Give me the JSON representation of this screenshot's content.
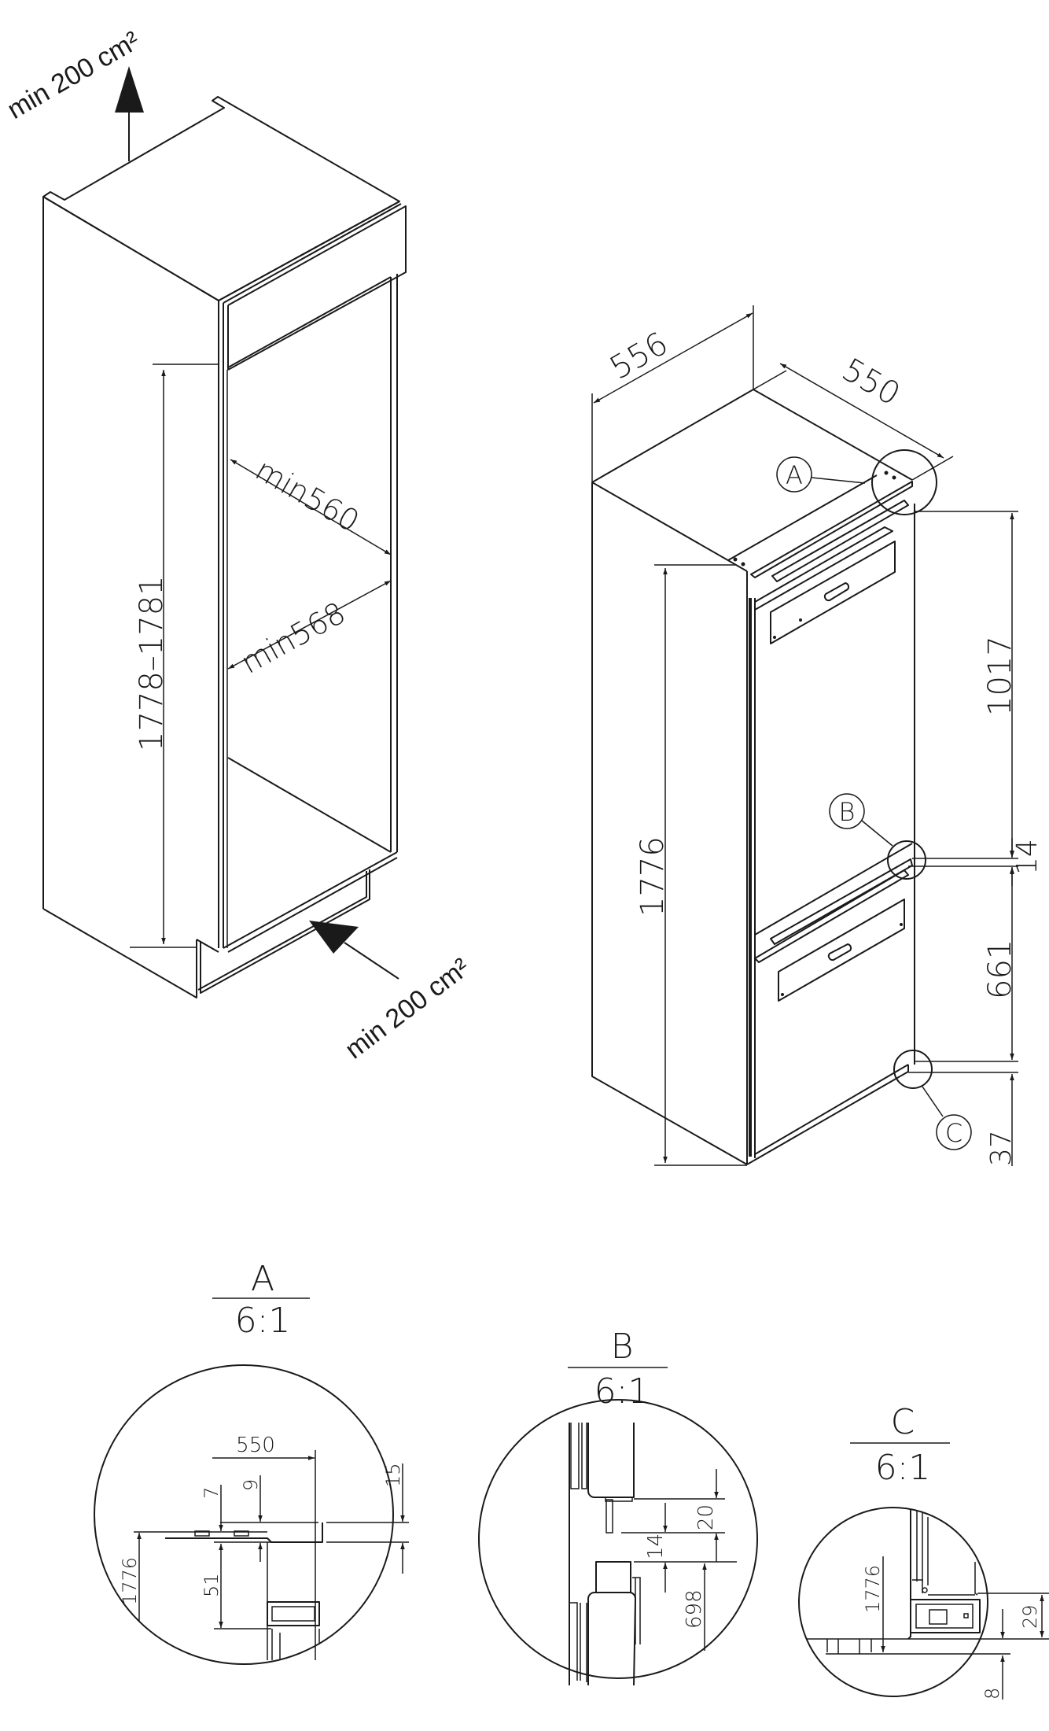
{
  "title": "Built-in fridge-freezer installation dimensions",
  "units": "mm",
  "niche_view": {
    "ventilation_top": "min 200 cm²",
    "ventilation_bottom": "min 200 cm²",
    "niche_height": "1778–1781",
    "niche_depth": "min560",
    "niche_width": "min568"
  },
  "appliance_view": {
    "depth": "556",
    "width": "550",
    "height": "1776",
    "upper_door": "1017",
    "door_gap": "14",
    "lower_door": "661",
    "plinth": "37",
    "callouts": [
      "A",
      "B",
      "C"
    ]
  },
  "details": [
    {
      "id": "A",
      "scale": "6:1",
      "dimensions": {
        "width": "550",
        "d7": "7",
        "d9": "9",
        "d15": "15",
        "d51": "51",
        "height": "1776"
      }
    },
    {
      "id": "B",
      "scale": "6:1",
      "dimensions": {
        "d20": "20",
        "d14": "14",
        "d698": "698"
      }
    },
    {
      "id": "C",
      "scale": "6:1",
      "dimensions": {
        "height": "1776",
        "d29": "29",
        "d8": "8"
      }
    }
  ]
}
